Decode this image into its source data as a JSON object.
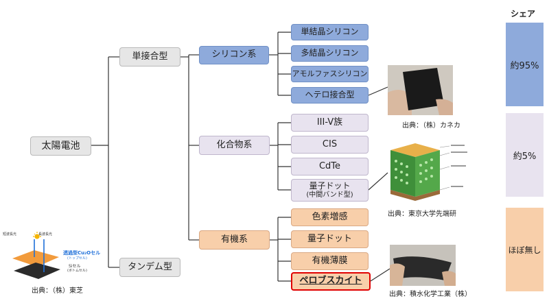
{
  "header": {
    "share": "シェア"
  },
  "root": "太陽電池",
  "junctions": {
    "single": "単接合型",
    "tandem": "タンデム型"
  },
  "categories": {
    "silicon": "シリコン系",
    "compound": "化合物系",
    "organic": "有機系"
  },
  "silicon_items": [
    "単結晶シリコン",
    "多結晶シリコン",
    "アモルファスシリコン",
    "ヘテロ接合型"
  ],
  "compound_items": [
    "III-V族",
    "CIS",
    "CdTe"
  ],
  "quantum_dot": {
    "line1": "量子ドット",
    "line2": "(中間バンド型)"
  },
  "organic_items": [
    "色素増感",
    "量子ドット",
    "有機薄膜"
  ],
  "perovskite": "ペロブスカイト",
  "shares": {
    "silicon": "約95%",
    "compound": "約5%",
    "organic": "ほぼ無し"
  },
  "captions": {
    "kaneka": "出典：（株）カネカ",
    "tokyo": "出典：東京大学先端研",
    "sekisui": "出典：積水化学工業（株）",
    "toshiba": "出典：（株）東芝"
  },
  "toshiba_figure": {
    "label_short": "短波長光",
    "label_long": "長波長光",
    "cu2o_cell": "透過型Cu₂Oセル",
    "top_cell": "(トップセル)",
    "si_cell": "Siセル",
    "bottom_cell": "(ボトムセル)"
  },
  "colors": {
    "blue": "#8eaadb",
    "lavender": "#e8e3ef",
    "peach": "#f8cfaa",
    "highlight_border": "#e00000",
    "gray": "#e6e6e6"
  }
}
